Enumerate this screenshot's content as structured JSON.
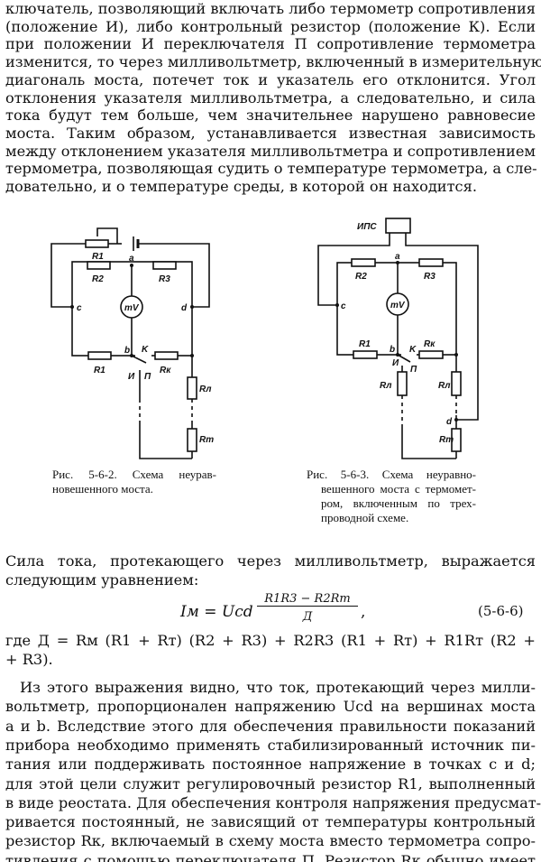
{
  "top_paragraph": [
    "ключатель, позволяющий включать либо термометр сопротивления",
    "(положение И), либо контрольный резистор (положение К). Если",
    "при положении И переключателя П сопротивление термометра",
    "изменится, то через милливольтметр, включенный в измерительную",
    "диагональ моста, потечет ток и указатель его отклонится. Угол",
    "отклонения указателя милливольтметра, а следовательно, и сила",
    "тока будут тем больше, чем значительнее нарушено равновесие",
    "моста. Таким образом, устанавливается известная зависимость",
    "между отклонением указателя милливольтметра и сопротивлением",
    "термометра, позволяющая судить о температуре термометра, а сле-",
    "довательно, и о температуре среды, в которой он находится."
  ],
  "figure_left": {
    "labels": {
      "r1top": "R1",
      "r2": "R2",
      "r3": "R3",
      "r1": "R1",
      "rk": "Rк",
      "rl": "Rл",
      "rt": "Rт",
      "a": "a",
      "b": "b",
      "c": "c",
      "d": "d",
      "k": "K",
      "i": "И",
      "p": "П",
      "mv": "mV"
    },
    "caption": [
      "Рис. 5-6-2. Схема неурав-",
      "новешенного моста."
    ]
  },
  "figure_right": {
    "labels": {
      "ips": "ИПС",
      "r2": "R2",
      "r3": "R3",
      "r1": "R1",
      "rk": "Rк",
      "rl1": "Rл",
      "rl2": "Rл",
      "rt": "Rт",
      "a": "a",
      "b": "b",
      "c": "c",
      "d": "d",
      "k": "K",
      "i": "И",
      "p": "П",
      "mv": "mV"
    },
    "caption": [
      "Рис. 5-6-3. Схема неуравно-",
      "вешенного моста с термомет-",
      "ром, включенным по трех-",
      "проводной схеме."
    ]
  },
  "mid_text": [
    "Сила тока, протекающего через милливольтметр, выражается",
    "следующим уравнением:"
  ],
  "equation": {
    "lhs": "Iм = Ucd",
    "numerator": "R1R3 − R2Rт",
    "denominator": "Д",
    "comma": ",",
    "number": "(5-6-6)"
  },
  "where_lines": [
    "где Д = Rм (R1 + Rт) (R2 + R3) + R2R3 (R1 + Rт) + R1Rт (R2 +",
    "+ R3)."
  ],
  "bottom_paragraph": [
    "Из этого выражения видно, что ток, протекающий через милли-",
    "вольтметр, пропорционален напряжению Ucd на вершинах моста",
    "a и b. Вследствие этого для обеспечения правильности показаний",
    "прибора необходимо применять стабилизированный источник пи-",
    "тания или поддерживать постоянное напряжение в точках c и d;",
    "для этой цели служит регулировочный резистор R1, выполненный",
    "в виде реостата. Для обеспечения контроля напряжения предусмат-",
    "ривается постоянный, не зависящий от температуры контрольный",
    "резистор Rк, включаемый в схему моста вместо термометра сопро-",
    "тивления с помощью переключателя П. Резистор Rк обычно имеет"
  ]
}
